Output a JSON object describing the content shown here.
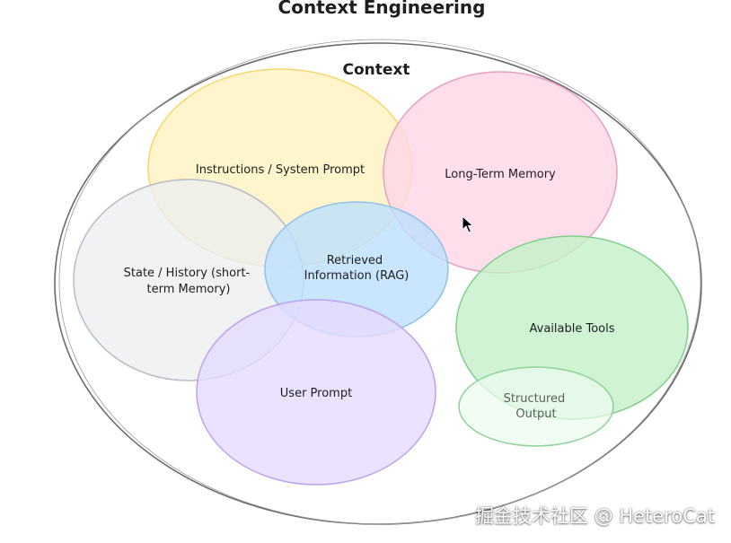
{
  "title": "Context Engineering",
  "context_label": "Context",
  "circles": [
    {
      "id": "instructions",
      "lines": [
        "Instructions / System Prompt"
      ],
      "fill": "#fff3bf",
      "stroke": "#f5d76e"
    },
    {
      "id": "long-term-memory",
      "lines": [
        "Long-Term Memory"
      ],
      "fill": "#ffd6e7",
      "stroke": "#e8a0bf"
    },
    {
      "id": "state-history",
      "lines": [
        "State / History (short-",
        "term Memory)"
      ],
      "fill": "#eceef1",
      "stroke": "#b7bcc4"
    },
    {
      "id": "retrieved-info",
      "lines": [
        "Retrieved",
        "Information (RAG)"
      ],
      "fill": "#bde0fe",
      "stroke": "#90c2ea"
    },
    {
      "id": "available-tools",
      "lines": [
        "Available Tools"
      ],
      "fill": "#c3f0c8",
      "stroke": "#7fd08a"
    },
    {
      "id": "user-prompt",
      "lines": [
        "User Prompt"
      ],
      "fill": "#e5dbff",
      "stroke": "#b9a3f0"
    },
    {
      "id": "structured-output",
      "lines": [
        "Structured",
        "Output"
      ],
      "fill": "#ebfbee",
      "stroke": "#8fd19a"
    }
  ],
  "watermark": "掘金技术社区 @ HeteroCat",
  "colors": {
    "outline": "#6b6b6b",
    "text": "#1e1e1e"
  }
}
